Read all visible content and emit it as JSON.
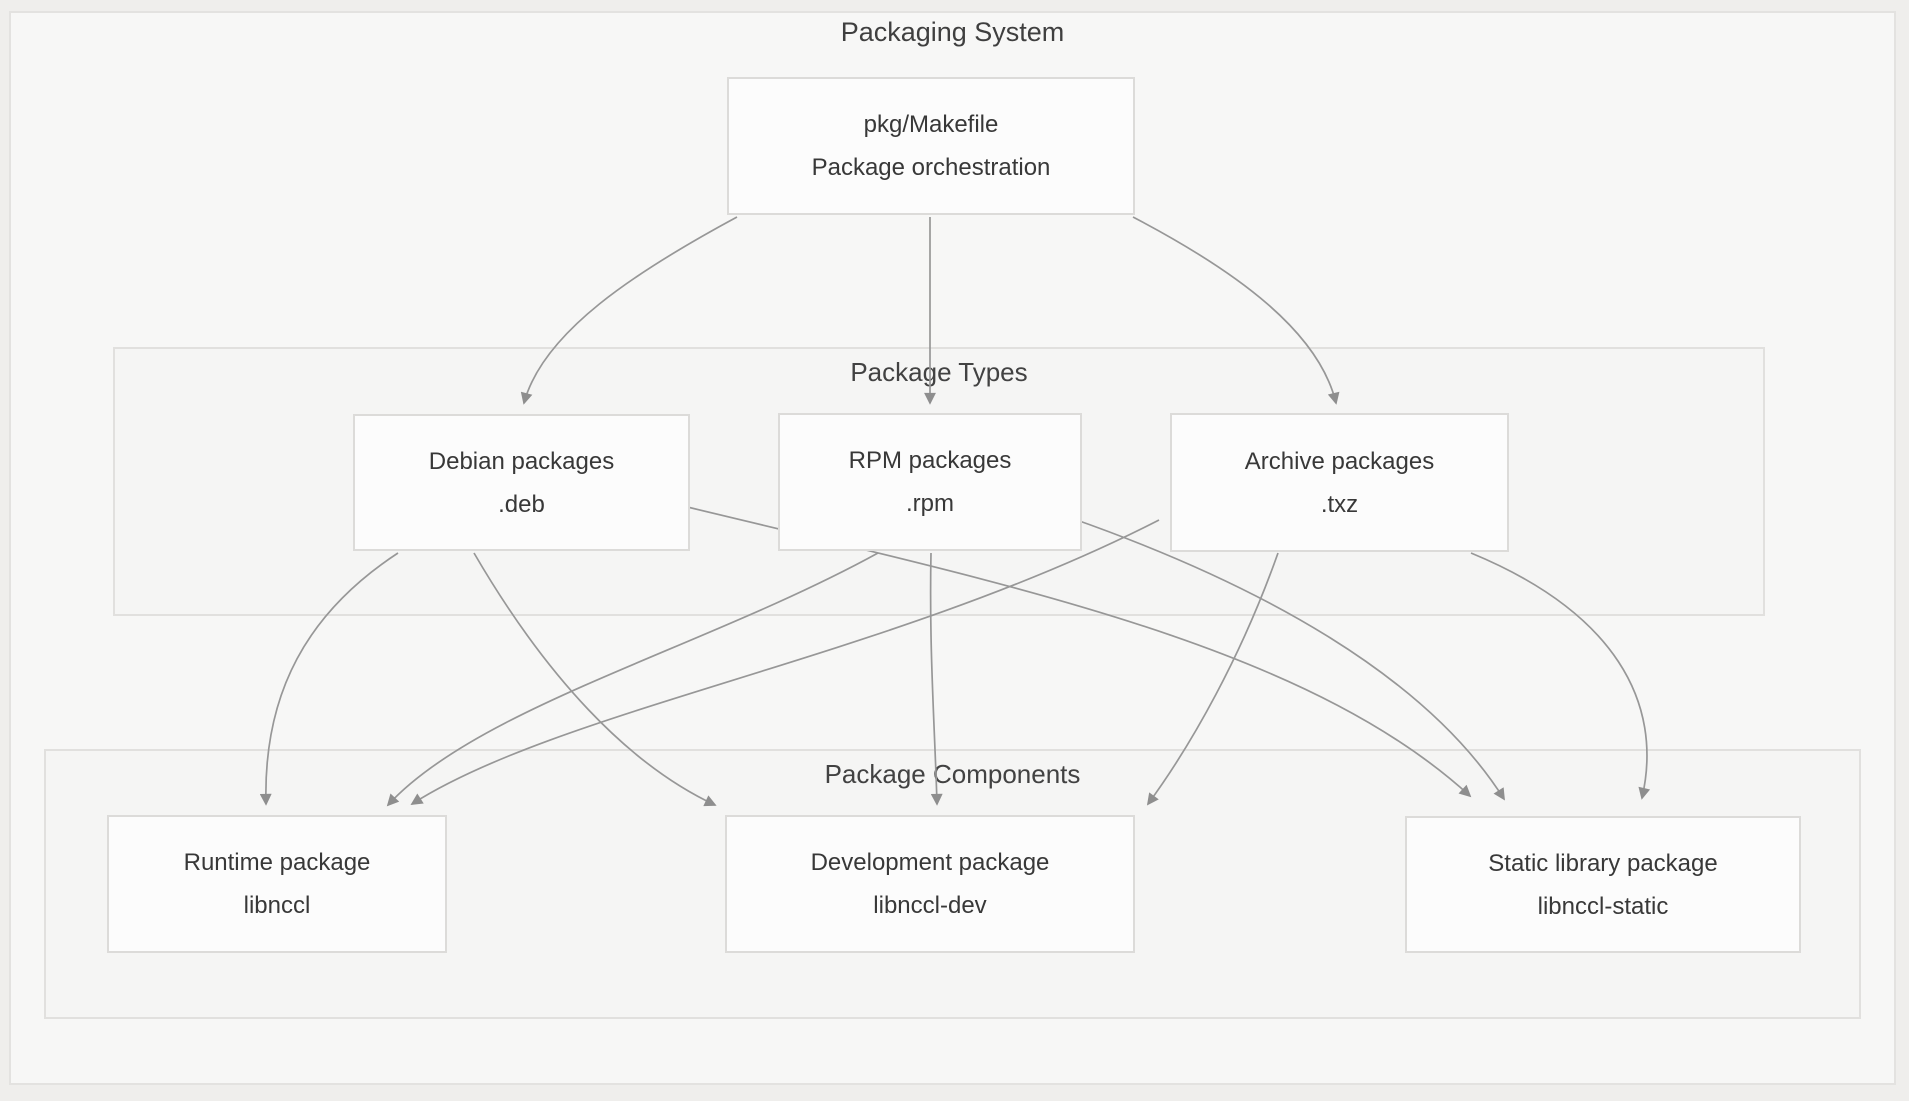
{
  "title": "Packaging System",
  "groups": {
    "types": {
      "label": "Package Types"
    },
    "components": {
      "label": "Package Components"
    }
  },
  "nodes": {
    "makefile": {
      "line1": "pkg/Makefile",
      "line2": "Package orchestration"
    },
    "debian": {
      "line1": "Debian packages",
      "line2": ".deb"
    },
    "rpm": {
      "line1": "RPM packages",
      "line2": ".rpm"
    },
    "archive": {
      "line1": "Archive packages",
      "line2": ".txz"
    },
    "runtime": {
      "line1": "Runtime package",
      "line2": "libnccl"
    },
    "devel": {
      "line1": "Development package",
      "line2": "libnccl-dev"
    },
    "static": {
      "line1": "Static library package",
      "line2": "libnccl-static"
    }
  },
  "edges": [
    {
      "from": "makefile",
      "to": "debian"
    },
    {
      "from": "makefile",
      "to": "rpm"
    },
    {
      "from": "makefile",
      "to": "archive"
    },
    {
      "from": "debian",
      "to": "runtime"
    },
    {
      "from": "debian",
      "to": "devel"
    },
    {
      "from": "debian",
      "to": "static"
    },
    {
      "from": "rpm",
      "to": "runtime"
    },
    {
      "from": "rpm",
      "to": "devel"
    },
    {
      "from": "rpm",
      "to": "static"
    },
    {
      "from": "archive",
      "to": "runtime"
    },
    {
      "from": "archive",
      "to": "devel"
    },
    {
      "from": "archive",
      "to": "static"
    }
  ],
  "colors": {
    "page_background": "#efeeec",
    "canvas_background": "#f7f7f6",
    "group_background": "#f5f5f4",
    "group_border": "#e1e0de",
    "node_background": "#fcfcfc",
    "node_border": "#dcdbd9",
    "edge_stroke": "#979797",
    "arrowhead_fill": "#8e8e8e",
    "text": "#383838"
  }
}
